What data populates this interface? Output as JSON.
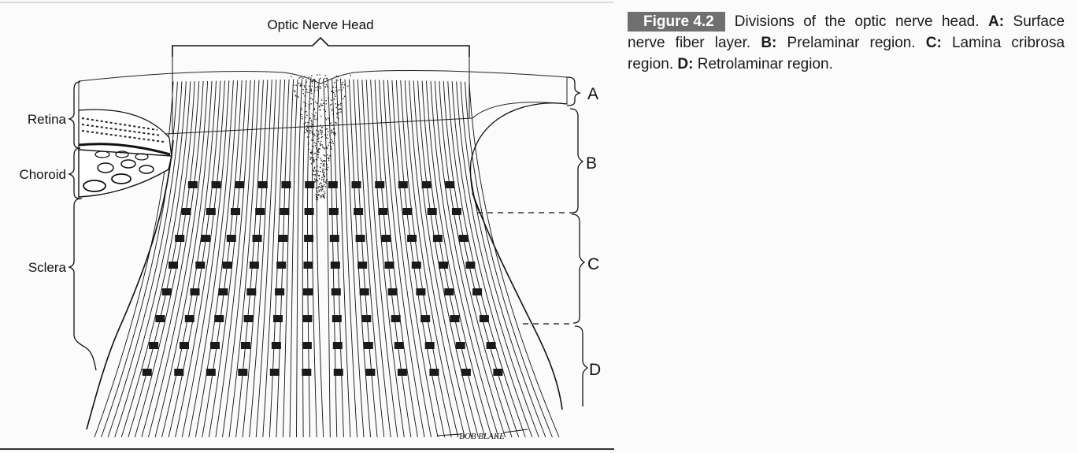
{
  "figure": {
    "title": "Optic Nerve Head",
    "side_labels": {
      "retina": "Retina",
      "choroid": "Choroid",
      "sclera": "Sclera"
    },
    "regions": [
      "A",
      "B",
      "C",
      "D"
    ],
    "signature": "BOB BLAKE"
  },
  "caption": {
    "badge": "Figure 4.2",
    "lead": "Divisions of the optic nerve head.",
    "items": [
      {
        "key": "A:",
        "text": "Surface nerve fiber layer."
      },
      {
        "key": "B:",
        "text": "Prelaminar region."
      },
      {
        "key": "C:",
        "text": "Lamina cribrosa region."
      },
      {
        "key": "D:",
        "text": "Retrolaminar region."
      }
    ]
  },
  "colors": {
    "badge_bg": "#6f6f6f",
    "ink": "#111111",
    "paper": "#fbfbfb"
  }
}
